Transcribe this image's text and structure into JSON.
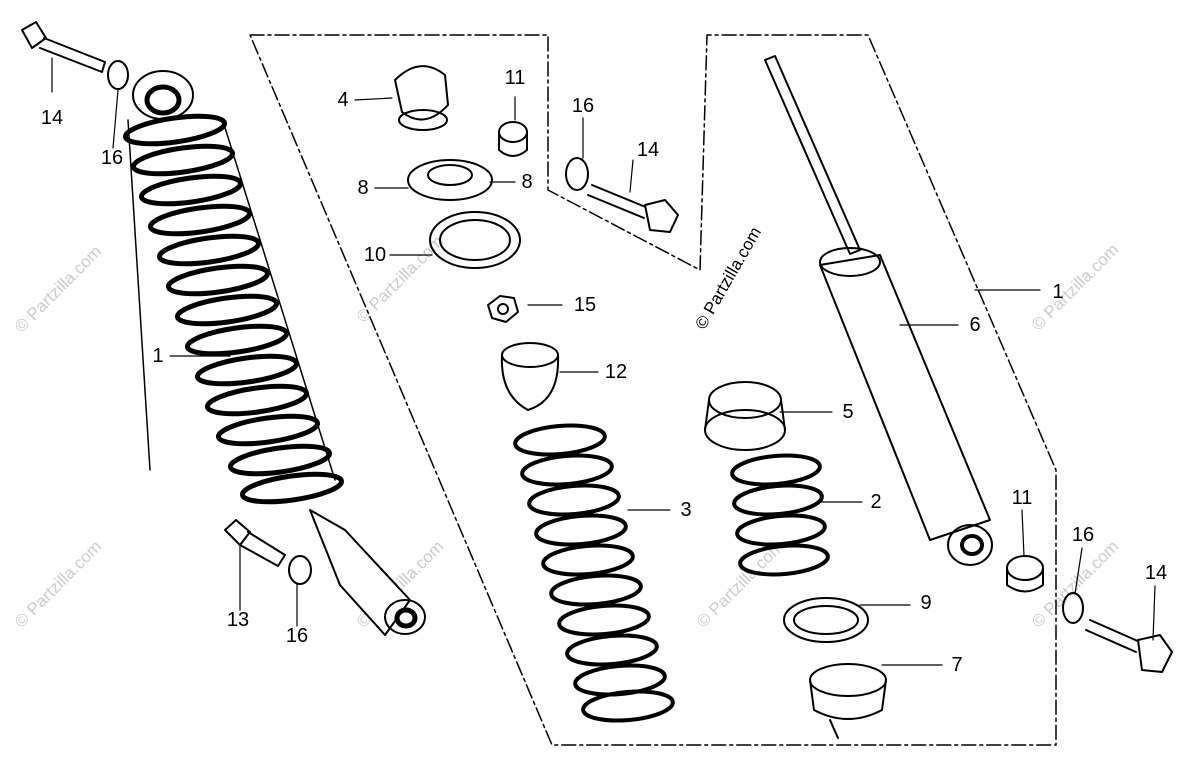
{
  "callouts": {
    "c1_left": "1",
    "c1_right": "1",
    "c2": "2",
    "c3": "3",
    "c4": "4",
    "c5": "5",
    "c6": "6",
    "c7": "7",
    "c8_left": "8",
    "c8_right": "8",
    "c9": "9",
    "c10": "10",
    "c11_top": "11",
    "c11_bottom": "11",
    "c12": "12",
    "c13": "13",
    "c14_topleft": "14",
    "c14_mid": "14",
    "c14_right": "14",
    "c15": "15",
    "c16_topleft": "16",
    "c16_mid": "16",
    "c16_bottomleft": "16",
    "c16_right": "16"
  },
  "watermark": {
    "text": "© Partzilla.com",
    "center_text": "© Partzilla.com"
  }
}
